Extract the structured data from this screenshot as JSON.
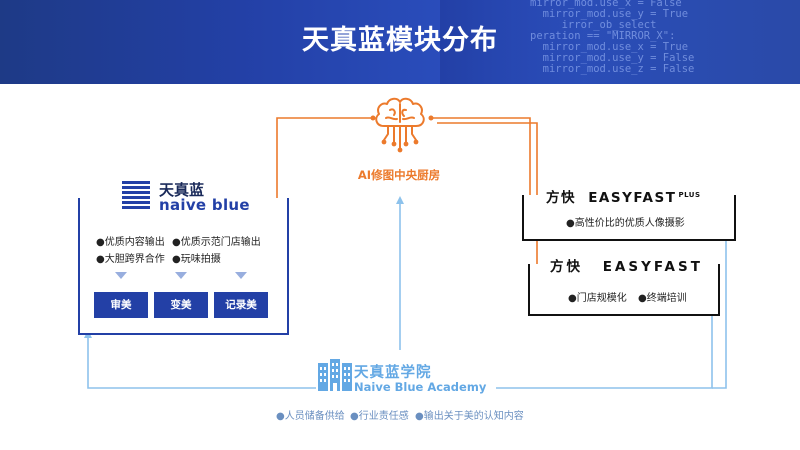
{
  "title": "天真蓝模块分布",
  "banner_code": "mirror_mod.use_x = False\n  mirror_mod.use_y = True\n     irror_ob_select\nperation == \"MIRROR_X\":\n  mirror_mod.use_x = True\n  mirror_mod.use_y = False\n  mirror_mod.use_z = False",
  "left": {
    "logo_cn": "天真蓝",
    "logo_en": "naive blue",
    "features": [
      "●优质内容输出",
      "●优质示范门店输出",
      "●大胆跨界合作",
      "●玩味拍摄"
    ],
    "buttons": [
      "审美",
      "变美",
      "记录美"
    ]
  },
  "center": {
    "label": "AI修图中央厨房"
  },
  "right": {
    "box1": {
      "title_cn": "方快",
      "title_en": "EASYFAST",
      "title_sup": "PLUS",
      "feature": "●高性价比的优质人像摄影"
    },
    "box2": {
      "title_cn": "方快",
      "title_en": "EASYFAST",
      "features": [
        "●门店规模化",
        "●终端培训"
      ]
    }
  },
  "academy": {
    "name_cn": "天真蓝学院",
    "name_en": "Naive Blue Academy",
    "features": [
      "●人员储备供给",
      "●行业责任感",
      "●输出关于美的认知内容"
    ]
  },
  "colors": {
    "brand_blue": "#2340a6",
    "orange": "#ec7a2c",
    "light_blue": "#8dc2ec",
    "academy_blue": "#63a8e4"
  }
}
